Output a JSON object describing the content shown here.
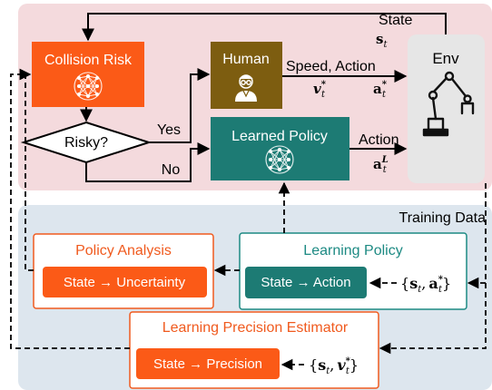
{
  "colors": {
    "top_panel": "#f4dadd",
    "bottom_panel": "#dde6ee",
    "collision": "#fb5a17",
    "human": "#7d5d10",
    "policy": "#1d7b74",
    "env": "#e6e6e6",
    "analysis_border": "#f05a1e",
    "learning_border": "#1d8a83"
  },
  "icons": {
    "collision_risk": "neural-network-icon",
    "learned_policy": "neural-network-icon",
    "human": "person-with-glasses-icon",
    "env": "robot-arm-icon"
  },
  "state_label": "State",
  "state_symbol": "s",
  "state_sub": "t",
  "collision_title": "Collision Risk",
  "human_title": "Human",
  "policy_title": "Learned Policy",
  "env_title": "Env",
  "decision_label": "Risky?",
  "yes_label": "Yes",
  "no_label": "No",
  "speed_action_label": "Speed, Action",
  "human_speed_sym": "v",
  "human_speed_sup": "*",
  "human_speed_sub": "t",
  "human_action_sym": "a",
  "human_action_sup": "*",
  "human_action_sub": "t",
  "action_label": "Action",
  "policy_action_sym": "a",
  "policy_action_sup": "L",
  "policy_action_sub": "t",
  "training_data_label": "Training Data",
  "policy_analysis_title": "Policy Analysis",
  "policy_analysis_box": "State → Uncertainty",
  "learning_policy_title": "Learning Policy",
  "learning_policy_box": "State → Action",
  "lp_data": {
    "open": "{",
    "s": "s",
    "s_sub": "t",
    "comma": ",",
    "a": "a",
    "a_sup": "*",
    "a_sub": "t",
    "close": "}"
  },
  "precision_title": "Learning Precision Estimator",
  "precision_box": "State → Precision",
  "pe_data": {
    "open": "{",
    "s": "s",
    "s_sub": "t",
    "comma": ",",
    "v": "v",
    "v_sup": "*",
    "v_sub": "t",
    "close": "}"
  }
}
